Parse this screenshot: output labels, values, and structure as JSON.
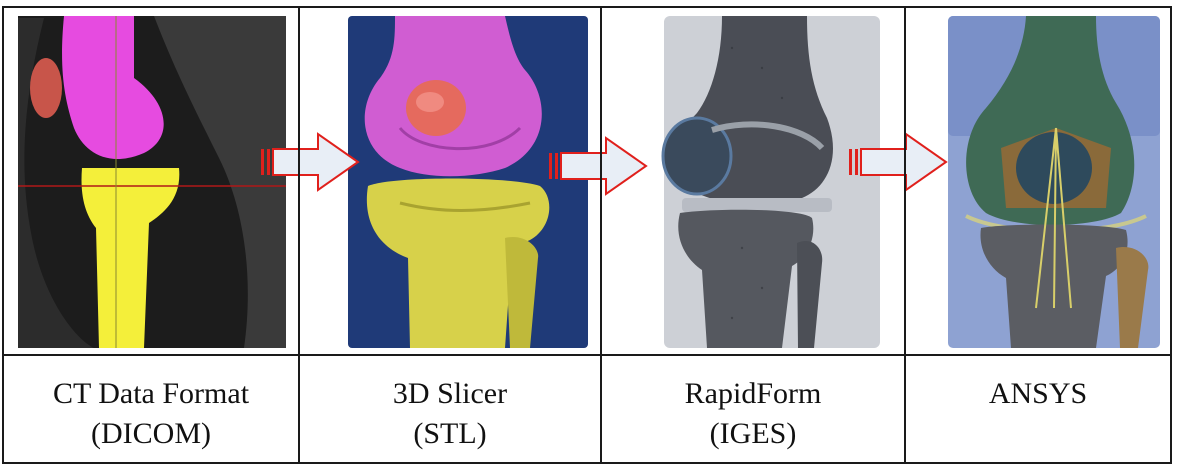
{
  "stages": [
    {
      "tool": "CT Data Format",
      "format": "(DICOM)"
    },
    {
      "tool": "3D Slicer",
      "format": "(STL)"
    },
    {
      "tool": "RapidForm",
      "format": "(IGES)"
    },
    {
      "tool": "ANSYS",
      "format": ""
    }
  ],
  "colors": {
    "border": "#1a1a1a",
    "arrow_outline": "#e0201c",
    "arrow_fill": "#e8eef6",
    "femur_seg": "#e64be0",
    "tibia_seg": "#f4ef3a",
    "patella_seg": "#c8554a",
    "slicer_bg": "#1f3a78",
    "rapidform_bg": "#c9ccd3",
    "ansys_bg": "#7f93c8"
  }
}
